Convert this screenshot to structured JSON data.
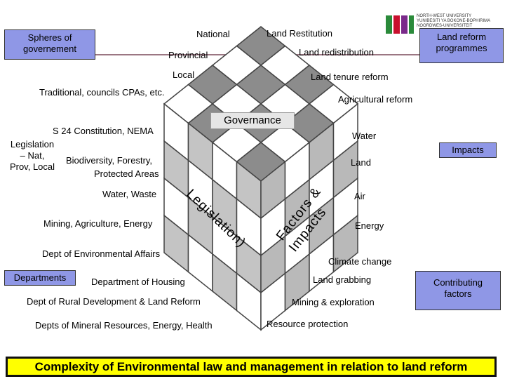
{
  "logo": {
    "lines": [
      "NORTH-WEST UNIVERSITY",
      "YUNIBESITI YA BOKONE-BOPHIRIMA",
      "NOORDWES-UNIVERSITEIT"
    ]
  },
  "boxes": {
    "spheres": "Spheres of\ngovernement",
    "land_reform": "Land reform\nprogrammes",
    "impacts": "Impacts",
    "departments": "Departments",
    "contributing": "Contributing\nfactors",
    "legislation": "Legislation\n– Nat,\nProv, Local",
    "governance": "Governance"
  },
  "top_left": {
    "national": "National",
    "provincial": "Provincial",
    "local": "Local",
    "traditional": "Traditional, councils CPAs, etc."
  },
  "top_right": {
    "restitution": "Land Restitution",
    "redistribution": "Land redistribution",
    "tenure": "Land tenure reform",
    "agricultural": "Agricultural reform"
  },
  "left_side": {
    "constitution": "S 24 Constitution, NEMA",
    "biodiversity": "Biodiversity, Forestry,",
    "protected": "Protected Areas",
    "water_waste": "Water, Waste",
    "mining": "Mining, Agriculture, Energy"
  },
  "right_side": {
    "water": "Water",
    "land": "Land",
    "air": "Air",
    "energy": "Energy",
    "climate": "Climate change"
  },
  "departments": {
    "env": "Dept of Environmental Affairs",
    "housing": "Department of Housing",
    "rural": "Dept of Rural Development & Land Reform",
    "mineral": "Depts of Mineral Resources, Energy, Health"
  },
  "factors": {
    "grabbing": "Land grabbing",
    "mining": "Mining & exploration",
    "resource": "Resource protection"
  },
  "cube_faces": {
    "legislation": "Legislation)",
    "factors_line1": "Factors &",
    "factors_line2": "Impacts"
  },
  "banner": "Complexity of Environmental law and management in relation to land reform"
}
